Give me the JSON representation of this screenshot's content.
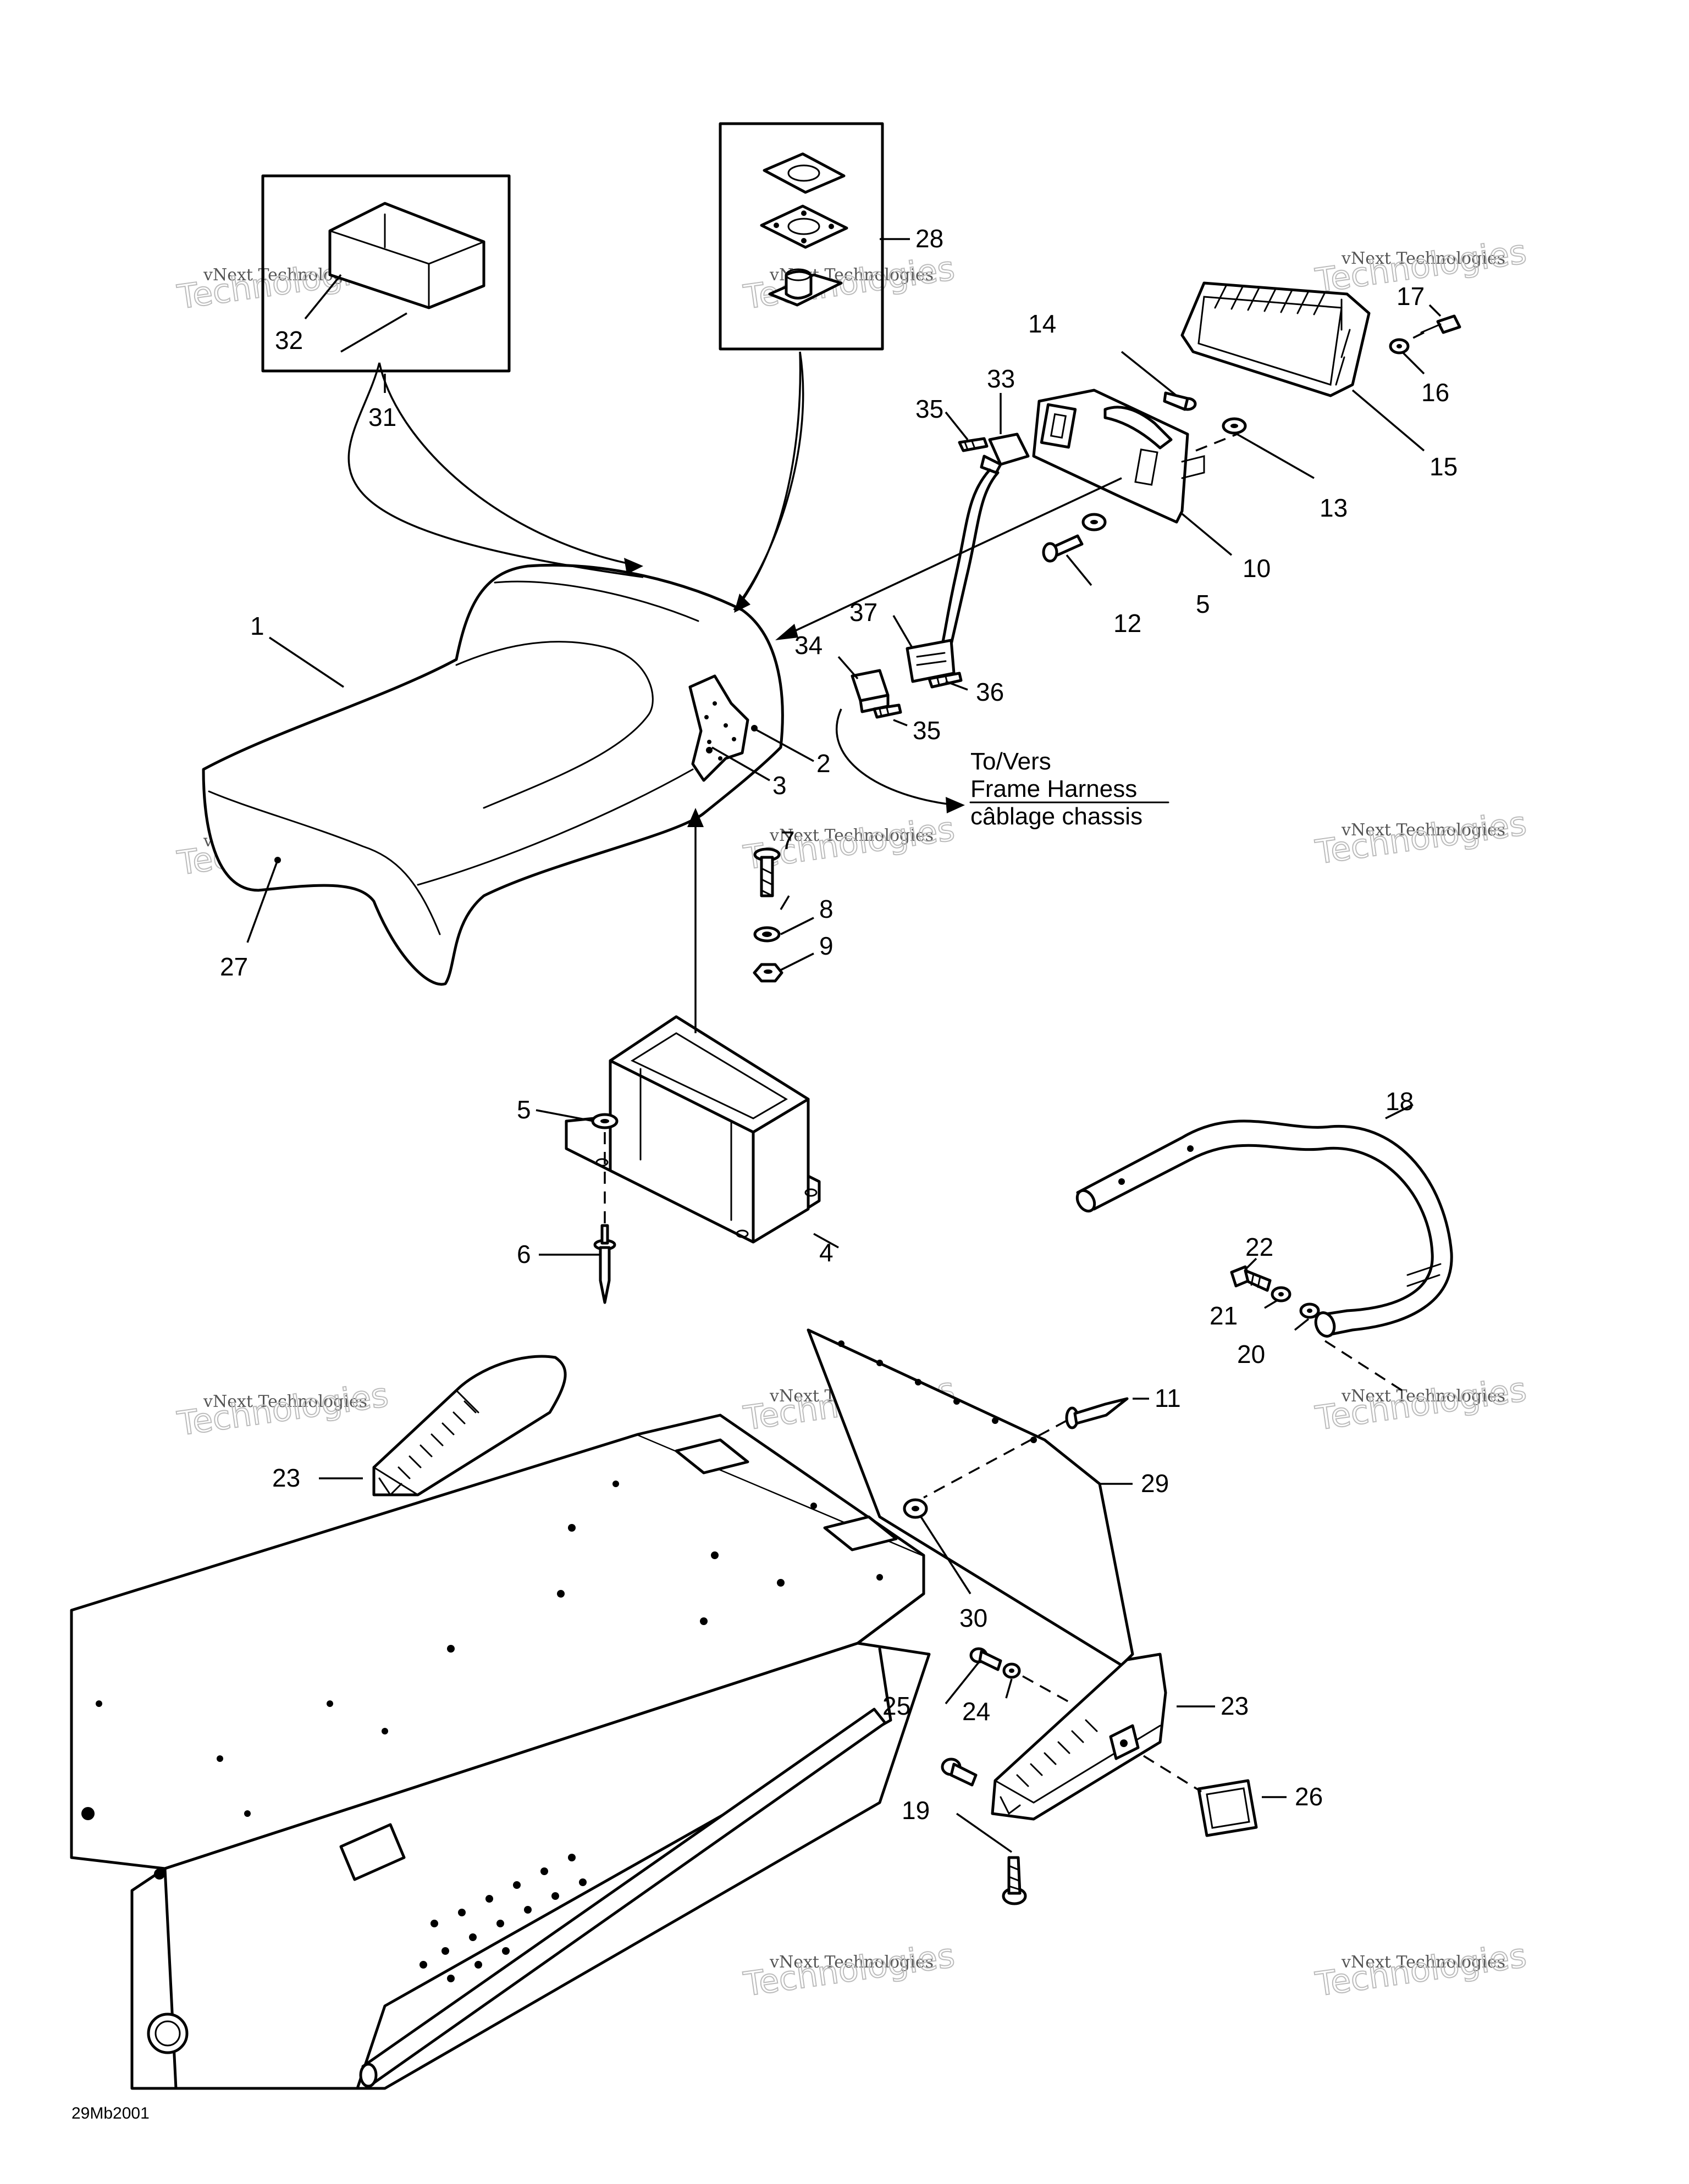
{
  "callouts": [
    "1",
    "2",
    "3",
    "4",
    "5",
    "6",
    "7",
    "8",
    "9",
    "10",
    "11",
    "12",
    "13",
    "14",
    "15",
    "16",
    "17",
    "18",
    "19",
    "20",
    "21",
    "22",
    "23",
    "24",
    "25",
    "26",
    "27",
    "28",
    "29",
    "30",
    "31",
    "32",
    "33",
    "34",
    "35",
    "36",
    "37"
  ],
  "labels": {
    "l1": "1",
    "l2": "2",
    "l3": "3",
    "l4": "4",
    "l5a": "5",
    "l5b": "5",
    "l6": "6",
    "l7": "7",
    "l8": "8",
    "l9": "9",
    "l10": "10",
    "l11": "11",
    "l12": "12",
    "l13": "13",
    "l14": "14",
    "l15": "15",
    "l16": "16",
    "l17": "17",
    "l18": "18",
    "l19": "19",
    "l20": "20",
    "l21": "21",
    "l22": "22",
    "l23a": "23",
    "l23b": "23",
    "l24": "24",
    "l25": "25",
    "l26": "26",
    "l27": "27",
    "l28": "28",
    "l29": "29",
    "l30": "30",
    "l31": "31",
    "l32": "32",
    "l33": "33",
    "l34": "34",
    "l35a": "35",
    "l35b": "35",
    "l36": "36",
    "l37": "37"
  },
  "harness_note": {
    "line1": "To/Vers",
    "line2": "Frame Harness",
    "line3": "câblage chassis"
  },
  "watermark": {
    "line1": "vNext Technologies",
    "line2": "Technologies"
  },
  "drawing_code": "29Mb2001"
}
